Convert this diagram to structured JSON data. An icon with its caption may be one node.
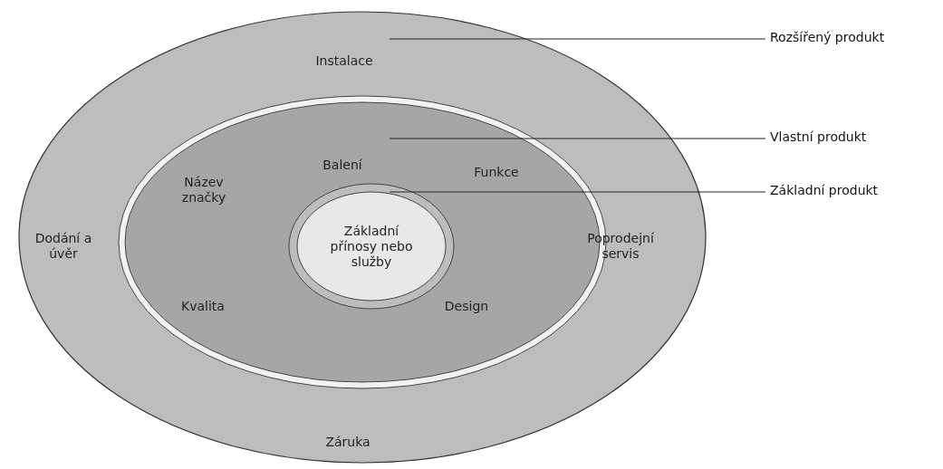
{
  "diagram": {
    "nodes": [
      {
        "text": [
          "Instalace",
          "Dodání a úvěr",
          "Poprodejní servis",
          "Záruka"
        ]
      },
      {
        "text": [
          "Balení",
          "Název značky",
          "Funkce",
          "Kvalita",
          "Design"
        ],
        "in": 0
      },
      {
        "text": [
          "Základní přínosy nebo služby"
        ],
        "in": 1
      },
      {
        "text": [
          "Rozšířený produkt"
        ]
      },
      {
        "text": [
          "Vlastní produkt"
        ]
      },
      {
        "text": [
          "Základní produkt"
        ]
      }
    ],
    "edges": [
      {
        "from": 3,
        "to": 0,
        "arrow": "none"
      },
      {
        "from": 4,
        "to": 1,
        "arrow": "none"
      },
      {
        "from": 5,
        "to": 2,
        "arrow": "none"
      }
    ]
  }
}
